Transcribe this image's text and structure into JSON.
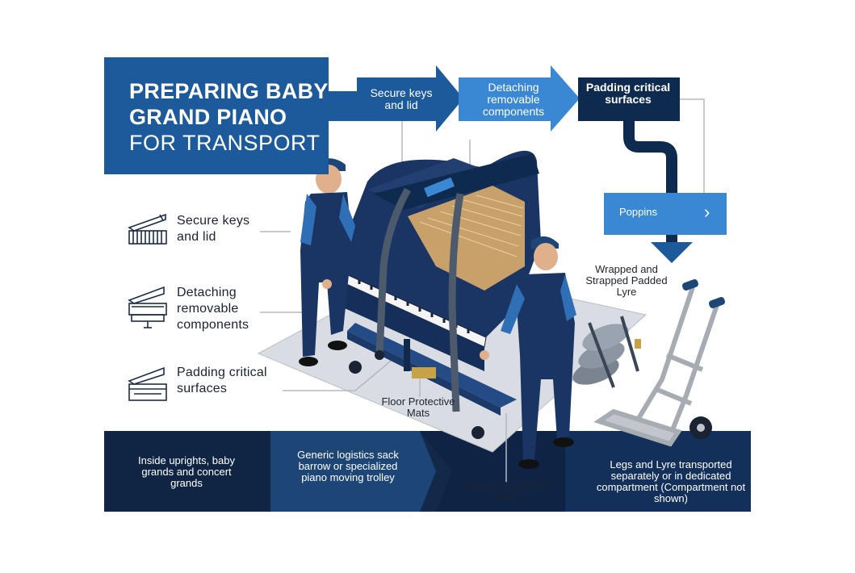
{
  "title": {
    "line1": "PREPARING BABY",
    "line2": "GRAND PIANO",
    "line3": "FOR TRANSPORT"
  },
  "steps": [
    {
      "label": "Secure keys and lid"
    },
    {
      "label": "Detaching removable components"
    },
    {
      "label": "Padding critical surfaces"
    }
  ],
  "list": [
    {
      "label": "Secure keys and lid",
      "icon": "keys-lid-icon"
    },
    {
      "label": "Detaching removable components",
      "icon": "removable-components-icon"
    },
    {
      "label": "Padding critical surfaces",
      "icon": "padding-icon"
    }
  ],
  "popup": {
    "label": "Poppins",
    "chevron": "›"
  },
  "callouts": {
    "lyre": "Wrapped and Strapped Padded Lyre",
    "mats": "Floor Protective Mats",
    "skid": "Padded Piano Skid Board"
  },
  "band": {
    "uprights": "Inside uprights, baby grands and concert grands",
    "trolley": "Generic logistics sack barrow or specialized piano moving trolley",
    "legs": "Legs and Lyre transported separately or in dedicated compartment (Compartment not shown)"
  },
  "colors": {
    "navy": "#0f2a4f",
    "blue": "#1d5a9c",
    "light_blue": "#3a88d3",
    "dark_band": "#13294a"
  }
}
